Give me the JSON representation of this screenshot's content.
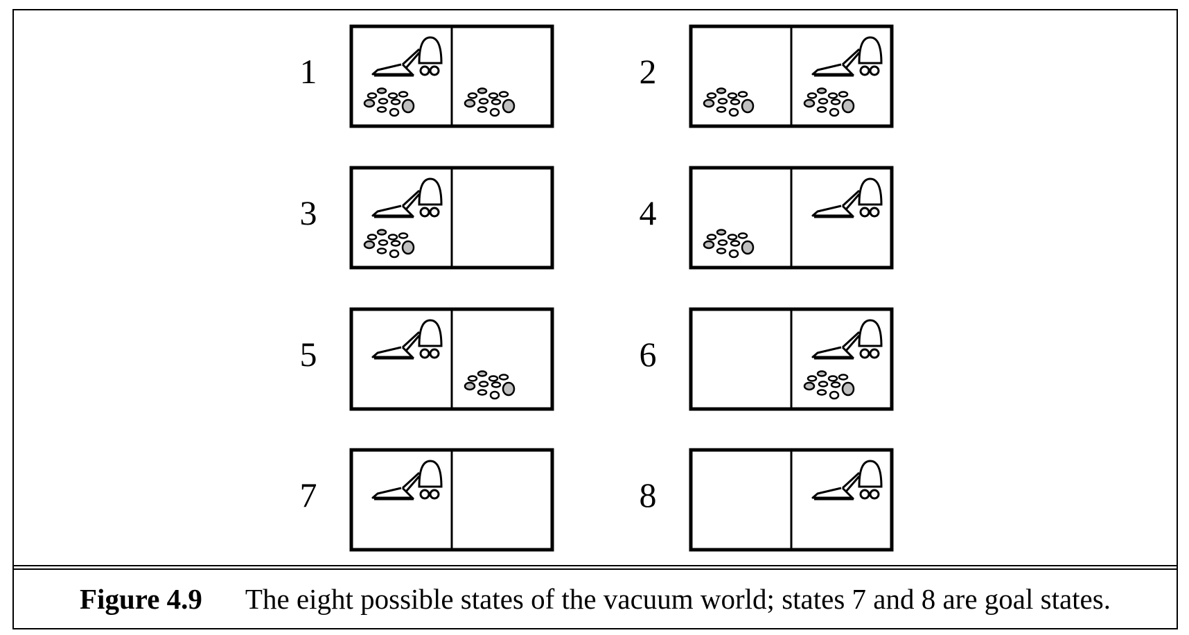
{
  "caption": {
    "label": "Figure 4.9",
    "text": "The eight possible states of the vacuum world; states 7 and 8 are goal states."
  },
  "states": [
    {
      "number": "1",
      "vacuum": "left",
      "dirt": [
        "left",
        "right"
      ]
    },
    {
      "number": "2",
      "vacuum": "right",
      "dirt": [
        "left",
        "right"
      ]
    },
    {
      "number": "3",
      "vacuum": "left",
      "dirt": [
        "left"
      ]
    },
    {
      "number": "4",
      "vacuum": "right",
      "dirt": [
        "left"
      ]
    },
    {
      "number": "5",
      "vacuum": "left",
      "dirt": [
        "right"
      ]
    },
    {
      "number": "6",
      "vacuum": "right",
      "dirt": [
        "right"
      ]
    },
    {
      "number": "7",
      "vacuum": "left",
      "dirt": []
    },
    {
      "number": "8",
      "vacuum": "right",
      "dirt": []
    }
  ],
  "icons": {
    "vacuum": "vacuum-cleaner-icon",
    "dirt": "dirt-pile-icon"
  },
  "colors": {
    "ink": "#000000",
    "dirt_fill": "#bfbfbf",
    "background": "#ffffff"
  }
}
